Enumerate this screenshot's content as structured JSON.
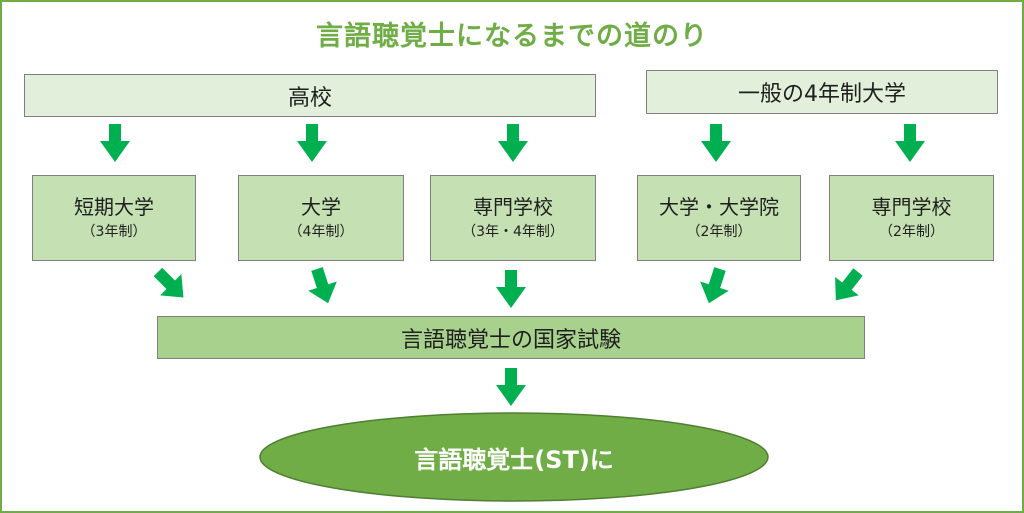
{
  "title": "言語聴覚士になるまでの道のり",
  "top_boxes": {
    "high_school": "高校",
    "university4": "一般の4年制大学"
  },
  "mid_boxes": [
    {
      "label": "短期大学",
      "sub": "（3年制）"
    },
    {
      "label": "大学",
      "sub": "（4年制）"
    },
    {
      "label": "専門学校",
      "sub": "（3年・4年制）"
    },
    {
      "label": "大学・大学院",
      "sub": "（2年制）"
    },
    {
      "label": "専門学校",
      "sub": "（2年制）"
    }
  ],
  "exam": "言語聴覚士の国家試験",
  "final": "言語聴覚士(ST)に",
  "colors": {
    "title_green": "#70ad47",
    "arrow_green": "#00b050",
    "ellipse_fill": "#70ad47"
  }
}
